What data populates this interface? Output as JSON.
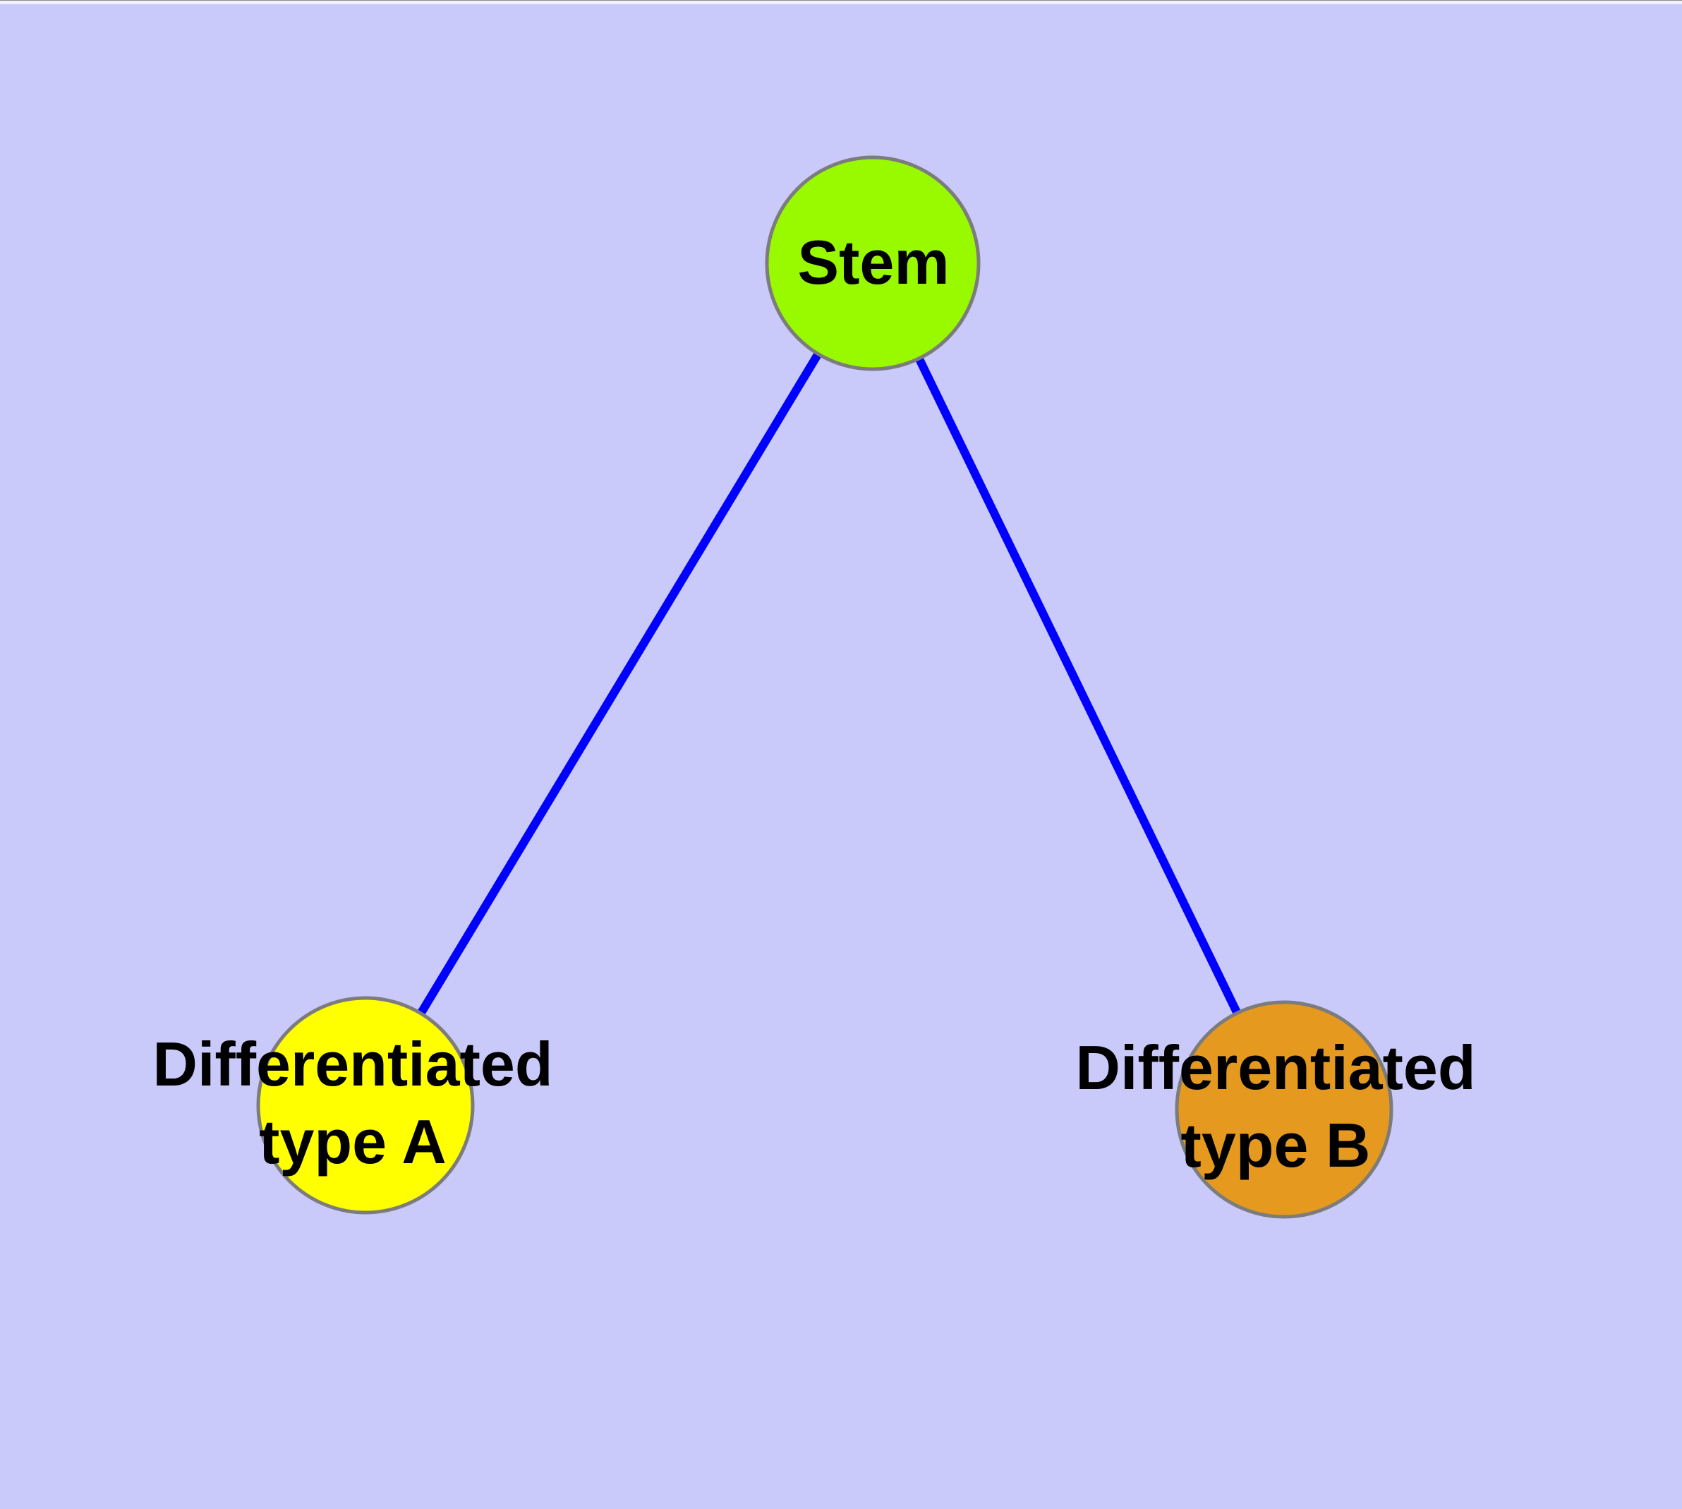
{
  "diagram": {
    "type": "node-edge-graph",
    "background_color": "#C9C9FA",
    "edge_color": "#0000FF",
    "node_border_color": "#7C7C7C",
    "label_color": "#000000",
    "nodes": [
      {
        "id": "stem",
        "label": "Stem",
        "fill": "#99FA00"
      },
      {
        "id": "differentiated-type-a",
        "label": "Differentiated\ntype A",
        "fill": "#FFFF00"
      },
      {
        "id": "differentiated-type-b",
        "label": "Differentiated\ntype B",
        "fill": "#E59A1F"
      }
    ],
    "edges": [
      {
        "from": "Stem",
        "to": "Differentiated type A"
      },
      {
        "from": "Stem",
        "to": "Differentiated type B"
      }
    ]
  }
}
